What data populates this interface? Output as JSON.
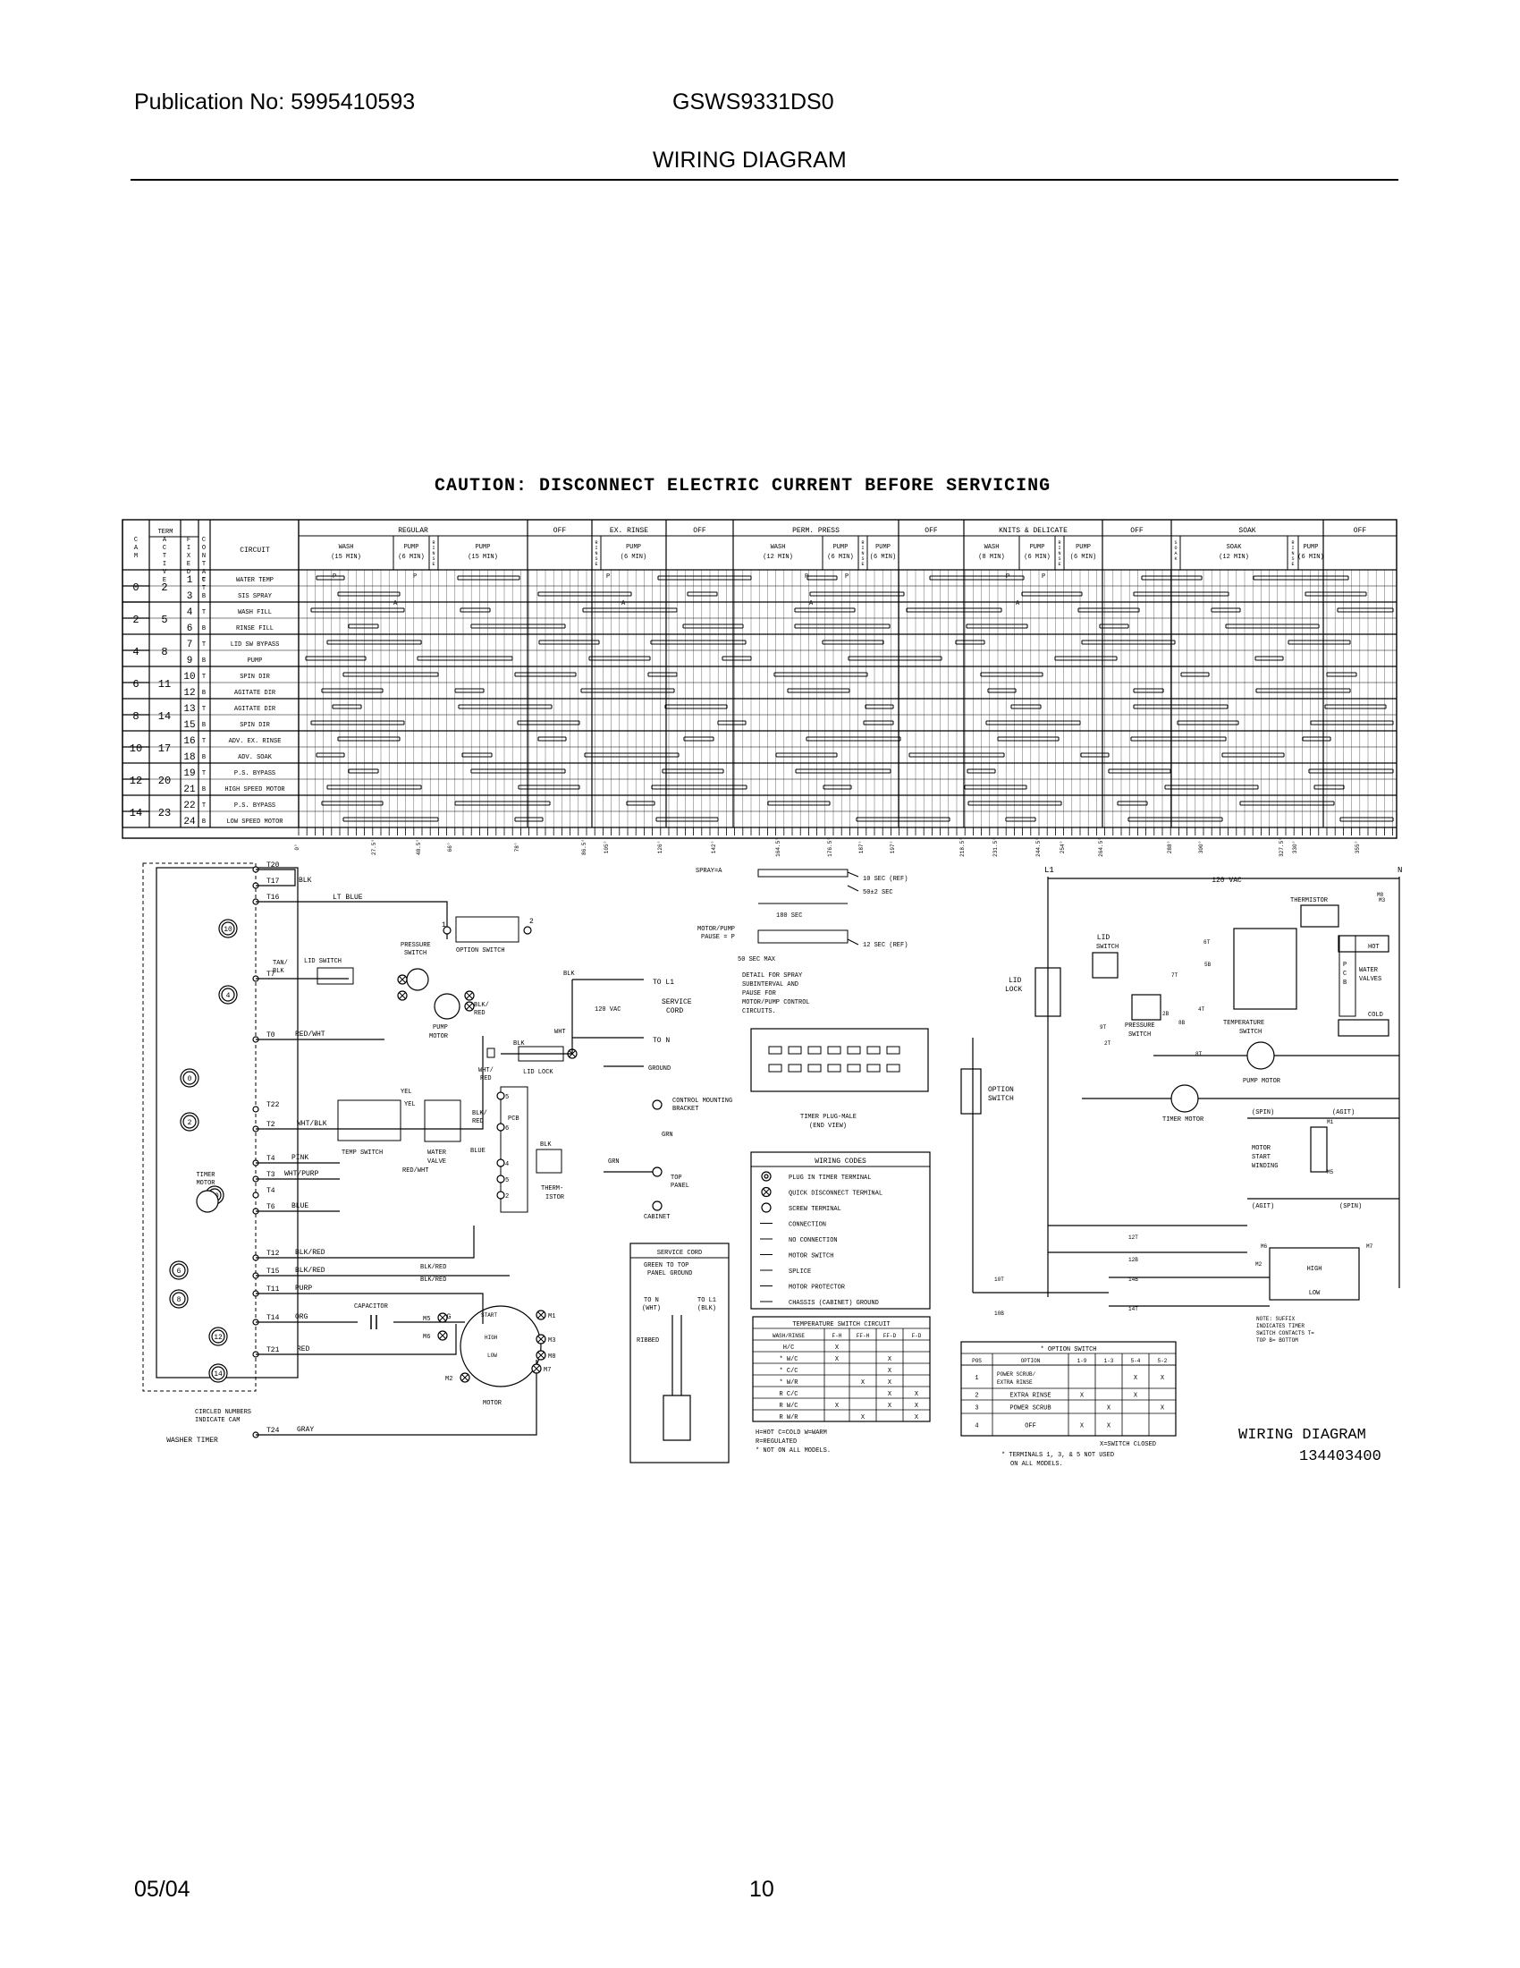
{
  "header": {
    "publication": "Publication No: 5995410593",
    "model": "GSWS9331DS0",
    "title": "WIRING DIAGRAM"
  },
  "caution": "CAUTION: DISCONNECT ELECTRIC CURRENT BEFORE SERVICING",
  "timer_chart": {
    "head_cam": "CAM",
    "head_term": "TERM",
    "head_active": "ACTIVE",
    "head_fixed": "FIXED",
    "head_contact": "CONTACT",
    "head_circuit": "CIRCUIT",
    "cycles": [
      "REGULAR",
      "OFF",
      "EX. RINSE",
      "OFF",
      "PERM. PRESS",
      "OFF",
      "KNITS & DELICATE",
      "OFF",
      "SOAK",
      "OFF"
    ],
    "sub_regular": [
      "WASH (15 MIN)",
      "PUMP (6 MIN)",
      "RINSE",
      "PUMP (15 MIN)"
    ],
    "sub_exrinse": [
      "RINSE",
      "PUMP (6 MIN)"
    ],
    "sub_perm": [
      "WASH (12 MIN)",
      "PUMP (6 MIN)",
      "RINSE",
      "PUMP (6 MIN)"
    ],
    "sub_knits": [
      "WASH (8 MIN)",
      "PUMP (6 MIN)",
      "RINSE",
      "PUMP (6 MIN)"
    ],
    "sub_soak": [
      "SOAK",
      "SOAK (12 MIN)",
      "RINSE",
      "PUMP (6 MIN)"
    ],
    "rows": [
      {
        "cam": "0",
        "term": "2",
        "contact": "1",
        "pos": "T",
        "circuit": "WATER TEMP"
      },
      {
        "cam": "",
        "term": "",
        "contact": "3",
        "pos": "B",
        "circuit": "SIS SPRAY"
      },
      {
        "cam": "2",
        "term": "5",
        "contact": "4",
        "pos": "T",
        "circuit": "WASH FILL"
      },
      {
        "cam": "",
        "term": "",
        "contact": "6",
        "pos": "B",
        "circuit": "RINSE FILL"
      },
      {
        "cam": "4",
        "term": "8",
        "contact": "7",
        "pos": "T",
        "circuit": "LID SW BYPASS"
      },
      {
        "cam": "",
        "term": "",
        "contact": "9",
        "pos": "B",
        "circuit": "PUMP"
      },
      {
        "cam": "6",
        "term": "11",
        "contact": "10",
        "pos": "T",
        "circuit": "SPIN DIR"
      },
      {
        "cam": "",
        "term": "",
        "contact": "12",
        "pos": "B",
        "circuit": "AGITATE DIR"
      },
      {
        "cam": "8",
        "term": "14",
        "contact": "13",
        "pos": "T",
        "circuit": "AGITATE DIR"
      },
      {
        "cam": "",
        "term": "",
        "contact": "15",
        "pos": "B",
        "circuit": "SPIN DIR"
      },
      {
        "cam": "10",
        "term": "17",
        "contact": "16",
        "pos": "T",
        "circuit": "ADV. EX. RINSE"
      },
      {
        "cam": "",
        "term": "",
        "contact": "18",
        "pos": "B",
        "circuit": "ADV. SOAK"
      },
      {
        "cam": "12",
        "term": "20",
        "contact": "19",
        "pos": "T",
        "circuit": "P.S. BYPASS"
      },
      {
        "cam": "",
        "term": "",
        "contact": "21",
        "pos": "B",
        "circuit": "HIGH SPEED MOTOR"
      },
      {
        "cam": "14",
        "term": "23",
        "contact": "22",
        "pos": "T",
        "circuit": "P.S. BYPASS"
      },
      {
        "cam": "",
        "term": "",
        "contact": "24",
        "pos": "B",
        "circuit": "LOW SPEED MOTOR"
      }
    ],
    "degree_marks": [
      "0°",
      "27.5°",
      "48.5°",
      "66°",
      "78°",
      "86.5°",
      "105°",
      "126°",
      "142°",
      "164.5°",
      "176.5°",
      "187°",
      "197°",
      "218.5°",
      "231.5°",
      "244.5°",
      "254°",
      "264.5°",
      "288°",
      "300°",
      "327.5°",
      "330°",
      "355°"
    ]
  },
  "spray_detail": {
    "spray": "SPRAY=A",
    "t1": "10 SEC (REF)",
    "t2": "50±2 SEC",
    "t3": "180 SEC",
    "motor": "MOTOR/PUMP PAUSE = P",
    "t4": "12 SEC (REF)",
    "t5": "50 SEC MAX",
    "note": "DETAIL FOR SPRAY SUBINTERVAL AND PAUSE FOR MOTOR/PUMP CONTROL CIRCUITS.",
    "plug_label": "TIMER PLUG-MALE (END VIEW)"
  },
  "timer_labels": {
    "terms": [
      "T20",
      "T17",
      "T16",
      "T7",
      "T0",
      "T22",
      "T2",
      "T4",
      "T3",
      "T4",
      "T6",
      "T12",
      "T15",
      "T11",
      "T14",
      "T21",
      "T24"
    ],
    "wires": [
      "BLK",
      "LT BLUE",
      "TAN/BLK",
      "RED/WHT",
      "WHT/BLK",
      "PINK",
      "WHT/PURP",
      "BLUE",
      "BLUE",
      "BLK/RED",
      "BLK/RED",
      "PURP",
      "ORG",
      "RED",
      "GRAY"
    ],
    "option_switch": "OPTION SWITCH",
    "lid_switch": "LID SWITCH",
    "pressure_switch": "PRESSURE SWITCH",
    "pump_motor": "PUMP MOTOR",
    "temp_switch": "TEMP SWITCH",
    "water_valve": "WATER VALVE",
    "thermistor": "THERM-ISTOR",
    "capacitor": "CAPACITOR",
    "motor": "MOTOR",
    "timer_motor": "TIMER MOTOR",
    "washer_timer": "WASHER TIMER",
    "circled": "CIRCLED NUMBERS INDICATE CAM",
    "lid_lock": "LID LOCK",
    "to_l1": "TO L1",
    "to_n": "TO N",
    "vac": "120 VAC",
    "service_cord": "SERVICE CORD",
    "ground": "GROUND",
    "bracket": "CONTROL MOUNTING BRACKET",
    "top_panel": "TOP PANEL",
    "cabinet": "CABINET",
    "grn": "GRN",
    "wht": "WHT",
    "blk2": "BLK/RED",
    "red": "RED",
    "yel": "YEL",
    "pcb": "PCB",
    "start": "START",
    "high": "HIGH",
    "low": "LOW"
  },
  "service_cord": {
    "title": "SERVICE CORD",
    "note": "GREEN TO TOP PANEL GROUND",
    "to_n": "TO N (WHT)",
    "to_l1": "TO L1 (BLK)",
    "ribbed": "RIBBED"
  },
  "wiring_codes": {
    "title": "WIRING CODES",
    "items": [
      "PLUG IN TIMER TERMINAL",
      "QUICK DISCONNECT TERMINAL",
      "SCREW TERMINAL",
      "CONNECTION",
      "NO CONNECTION",
      "MOTOR SWITCH",
      "SPLICE",
      "MOTOR PROTECTOR",
      "CHASSIS (CABINET) GROUND"
    ]
  },
  "temp_switch_table": {
    "title": "TEMPERATURE SWITCH CIRCUIT",
    "cols": [
      "WASH/RINSE",
      "F-H",
      "FF-H",
      "FF-D",
      "F-D"
    ],
    "rows": [
      [
        "H/C",
        "X",
        "",
        "",
        ""
      ],
      [
        "* W/C",
        "X",
        "",
        "X",
        ""
      ],
      [
        "* C/C",
        "",
        "",
        "X",
        ""
      ],
      [
        "* W/R",
        "",
        "X",
        "X",
        ""
      ],
      [
        "R C/C",
        "",
        "",
        "X",
        "X"
      ],
      [
        "R W/C",
        "X",
        "",
        "X",
        "X"
      ],
      [
        "R W/R",
        "",
        "X",
        "",
        "X"
      ]
    ],
    "legend1": "H=HOT   C=COLD   W=WARM",
    "legend2": "R=REGULATED",
    "legend3": "* NOT ON ALL MODELS."
  },
  "option_switch_table": {
    "title": "* OPTION SWITCH",
    "cols": [
      "POS",
      "OPTION",
      "1-9",
      "1-3",
      "5-4",
      "5-2"
    ],
    "rows": [
      [
        "1",
        "POWER SCRUB/ EXTRA RINSE",
        "",
        "",
        "X",
        "X"
      ],
      [
        "2",
        "EXTRA RINSE",
        "X",
        "",
        "X",
        ""
      ],
      [
        "3",
        "POWER SCRUB",
        "",
        "X",
        "",
        "X"
      ],
      [
        "4",
        "OFF",
        "X",
        "X",
        "",
        ""
      ]
    ],
    "legend1": "X=SWITCH CLOSED",
    "legend2": "* TERMINALS 1, 3, & 5 NOT USED ON ALL MODELS."
  },
  "schematic": {
    "l1": "L1",
    "n": "N",
    "vac": "120 VAC",
    "thermistor": "THERMISTOR",
    "lid_switch": "LID SWITCH",
    "lid_lock": "LID LOCK",
    "pressure_switch": "PRESSURE SWITCH",
    "temperature_switch": "TEMPERATURE SWITCH",
    "hot": "HOT",
    "cold": "COLD",
    "water_valves": "WATER VALVES",
    "pcb": "PCB",
    "option_switch": "OPTION SWITCH",
    "pump_motor": "PUMP MOTOR",
    "timer_motor": "TIMER MOTOR",
    "spin1": "(SPIN)",
    "agit1": "(AGIT)",
    "motor_start": "MOTOR START WINDING",
    "agit2": "(AGIT)",
    "spin2": "(SPIN)",
    "high": "HIGH",
    "low": "LOW",
    "terms": [
      "12T",
      "12B",
      "14B",
      "14T",
      "10T",
      "10B",
      "9T",
      "7T",
      "8B",
      "8T",
      "6T",
      "5B",
      "2T",
      "2B",
      "4T",
      "M1",
      "M5",
      "M6",
      "M2",
      "M7",
      "M3",
      "M8"
    ],
    "note": "NOTE: SUFFIX INDICATES TIMER SWITCH CONTACTS T= TOP B= BOTTOM",
    "diagram_title": "WIRING DIAGRAM",
    "diagram_number": "134403400"
  },
  "footer": {
    "date": "05/04",
    "page": "10"
  }
}
